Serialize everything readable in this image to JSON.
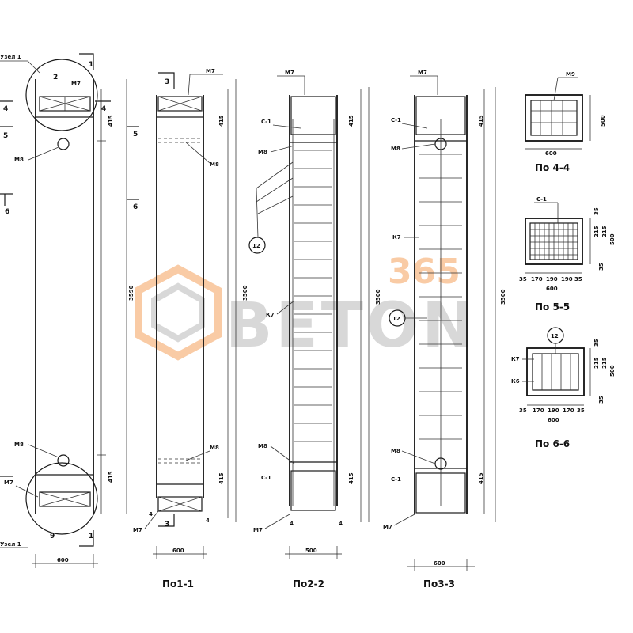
{
  "watermark": {
    "number": "365",
    "brand": "BETON",
    "accent": "#f5a15c",
    "gray": "#b9b9b9"
  },
  "labels": {
    "uzel1": "Узел 1",
    "uzel2": "Узел 1",
    "circ_top": "2",
    "circ_bot": "9",
    "sec1": "1",
    "sec4": "4",
    "sec5": "5",
    "sec6": "6",
    "sec3": "3",
    "m7": "М7",
    "m8": "М8",
    "m9": "М9",
    "c1": "С-1",
    "k7": "К7",
    "k6": "К6",
    "n12": "12",
    "four": "4"
  },
  "dims": {
    "d415": "415",
    "d3500": "3500",
    "d3590": "3590",
    "d600": "600",
    "d500": "500",
    "d35": "35",
    "d170": "170",
    "d190": "190",
    "d215": "215"
  },
  "captions": {
    "v1": "По1-1",
    "v2": "По2-2",
    "v3": "По3-3",
    "s4": "По 4-4",
    "s5": "По 5-5",
    "s6": "По 6-6"
  }
}
